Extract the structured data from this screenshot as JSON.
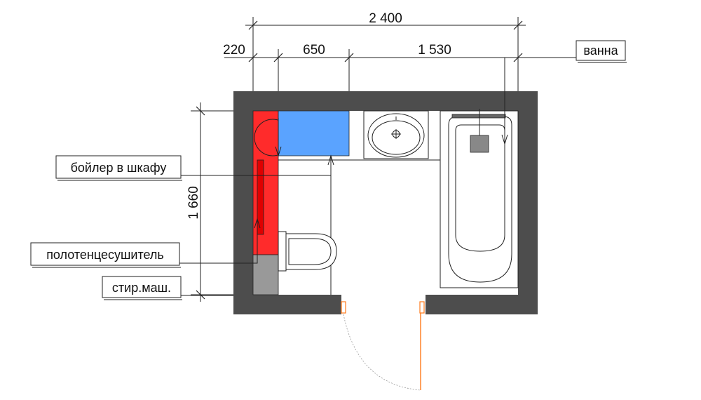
{
  "dimensions": {
    "total_width": "2 400",
    "seg_left": "220",
    "seg_middle": "650",
    "seg_right": "1 530",
    "height": "1 660"
  },
  "labels": {
    "bathtub": "ванна",
    "boiler": "бойлер в шкафу",
    "towel_dryer": "полотенцесушитель",
    "washer": "стир.маш."
  },
  "colors": {
    "wall": "#4d4d4d",
    "boiler_cabinet": "#ff2b2b",
    "cabinet_blue": "#5aa3ff",
    "washer_gray": "#999999",
    "door": "#ff7a1a"
  }
}
